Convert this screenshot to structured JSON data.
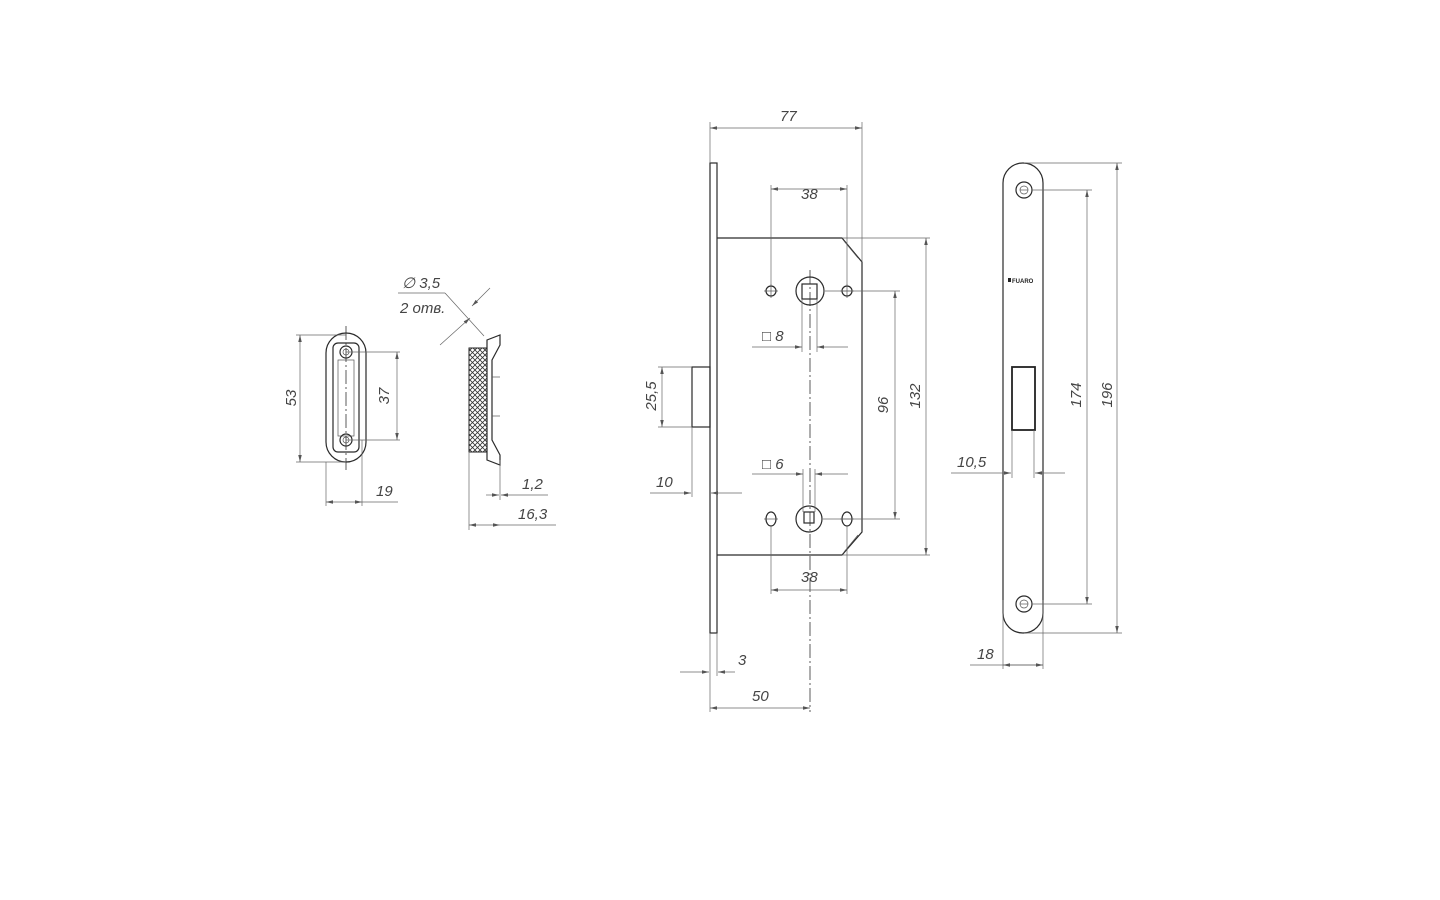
{
  "strike_plate": {
    "height_total": "53",
    "hole_spacing": "37",
    "width": "19",
    "hole_diameter": "∅ 3,5",
    "hole_count": "2 отв.",
    "flange_thickness": "1,2",
    "depth": "16,3"
  },
  "lock_body": {
    "overall_width": "77",
    "top_hole_spacing": "38",
    "bottom_hole_spacing": "38",
    "square_top": "□ 8",
    "square_bottom": "□ 6",
    "latch_height": "25,5",
    "latch_projection": "10",
    "spindle_distance": "96",
    "case_height": "132",
    "faceplate_thickness": "3",
    "backset": "50"
  },
  "faceplate": {
    "logo": "FUARO",
    "hole_spacing": "174",
    "length": "196",
    "slot_width": "10,5",
    "width": "18"
  }
}
